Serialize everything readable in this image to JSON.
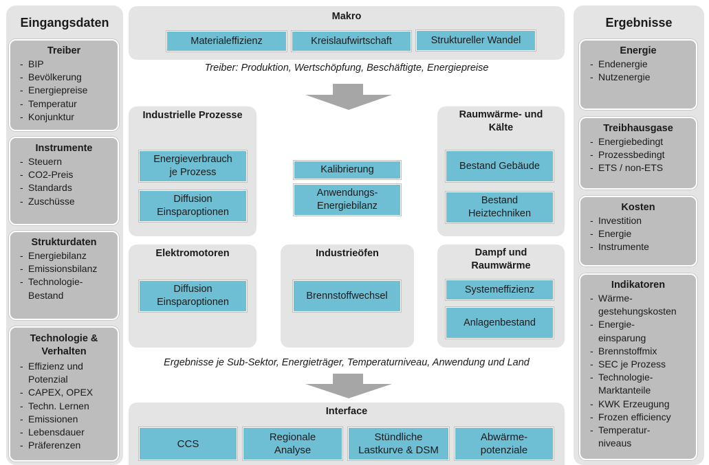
{
  "left_panel": {
    "title": "Eingangsdaten",
    "cards": [
      {
        "title": "Treiber",
        "items": [
          "BIP",
          "Bevölkerung",
          "Energiepreise",
          "Temperatur",
          "Konjunktur"
        ]
      },
      {
        "title": "Instrumente",
        "items": [
          "Steuern",
          "CO2-Preis",
          "Standards",
          "Zuschüsse"
        ]
      },
      {
        "title": "Strukturdaten",
        "items": [
          "Energiebilanz",
          "Emissionsbilanz",
          "Technologie-\nBestand"
        ]
      },
      {
        "title": "Technologie &\nVerhalten",
        "items": [
          "Effizienz und\nPotenzial",
          "CAPEX, OPEX",
          "Techn. Lernen",
          "Emissionen",
          "Lebensdauer",
          "Präferenzen"
        ]
      }
    ]
  },
  "right_panel": {
    "title": "Ergebnisse",
    "cards": [
      {
        "title": "Energie",
        "items": [
          "Endenergie",
          "Nutzenergie"
        ]
      },
      {
        "title": "Treibhausgase",
        "items": [
          "Energiebedingt",
          "Prozessbedingt",
          "ETS / non-ETS"
        ]
      },
      {
        "title": "Kosten",
        "items": [
          "Investition",
          "Energie",
          "Instrumente"
        ]
      },
      {
        "title": "Indikatoren",
        "items": [
          "Wärme-\ngestehungskosten",
          "Energie-\neinsparung",
          "Brennstoffmix",
          "SEC je Prozess",
          "Technologie-\nMarktanteile",
          "KWK Erzeugung",
          "Frozen efficiency",
          "Temperatur-\nniveaus"
        ]
      }
    ]
  },
  "makro": {
    "title": "Makro",
    "boxes": [
      "Materialeffizienz",
      "Kreislaufwirtschaft",
      "Struktureller Wandel"
    ]
  },
  "caption_top": "Treiber: Produktion, Wertschöpfung, Beschäftigte, Energiepreise",
  "industrielle_prozesse": {
    "title": "Industrielle Prozesse",
    "boxes": [
      "Energieverbrauch\nje Prozess",
      "Diffusion\nEinsparoptionen"
    ]
  },
  "center": {
    "boxes": [
      "Kalibrierung",
      "Anwendungs-\nEnergiebilanz"
    ]
  },
  "raumwaerme": {
    "title": "Raumwärme- und\nKälte",
    "boxes": [
      "Bestand Gebäude",
      "Bestand\nHeiztechniken"
    ]
  },
  "elektromotoren": {
    "title": "Elektromotoren",
    "boxes": [
      "Diffusion\nEinsparoptionen"
    ]
  },
  "industrieoefen": {
    "title": "Industrieöfen",
    "boxes": [
      "Brennstoffwechsel"
    ]
  },
  "dampf": {
    "title": "Dampf und\nRaumwärme",
    "boxes": [
      "Systemeffizienz",
      "Anlagenbestand"
    ]
  },
  "caption_bottom": "Ergebnisse je Sub-Sektor, Energieträger, Temperaturniveau, Anwendung und Land",
  "interface": {
    "title": "Interface",
    "boxes": [
      "CCS",
      "Regionale\nAnalyse",
      "Stündliche\nLastkurve & DSM",
      "Abwärme-\npotenziale"
    ]
  },
  "colors": {
    "panel_bg": "#e4e4e4",
    "card_bg": "#bdbdbd",
    "box_blue": "#6fbfd4",
    "arrow": "#a6a6a6"
  }
}
